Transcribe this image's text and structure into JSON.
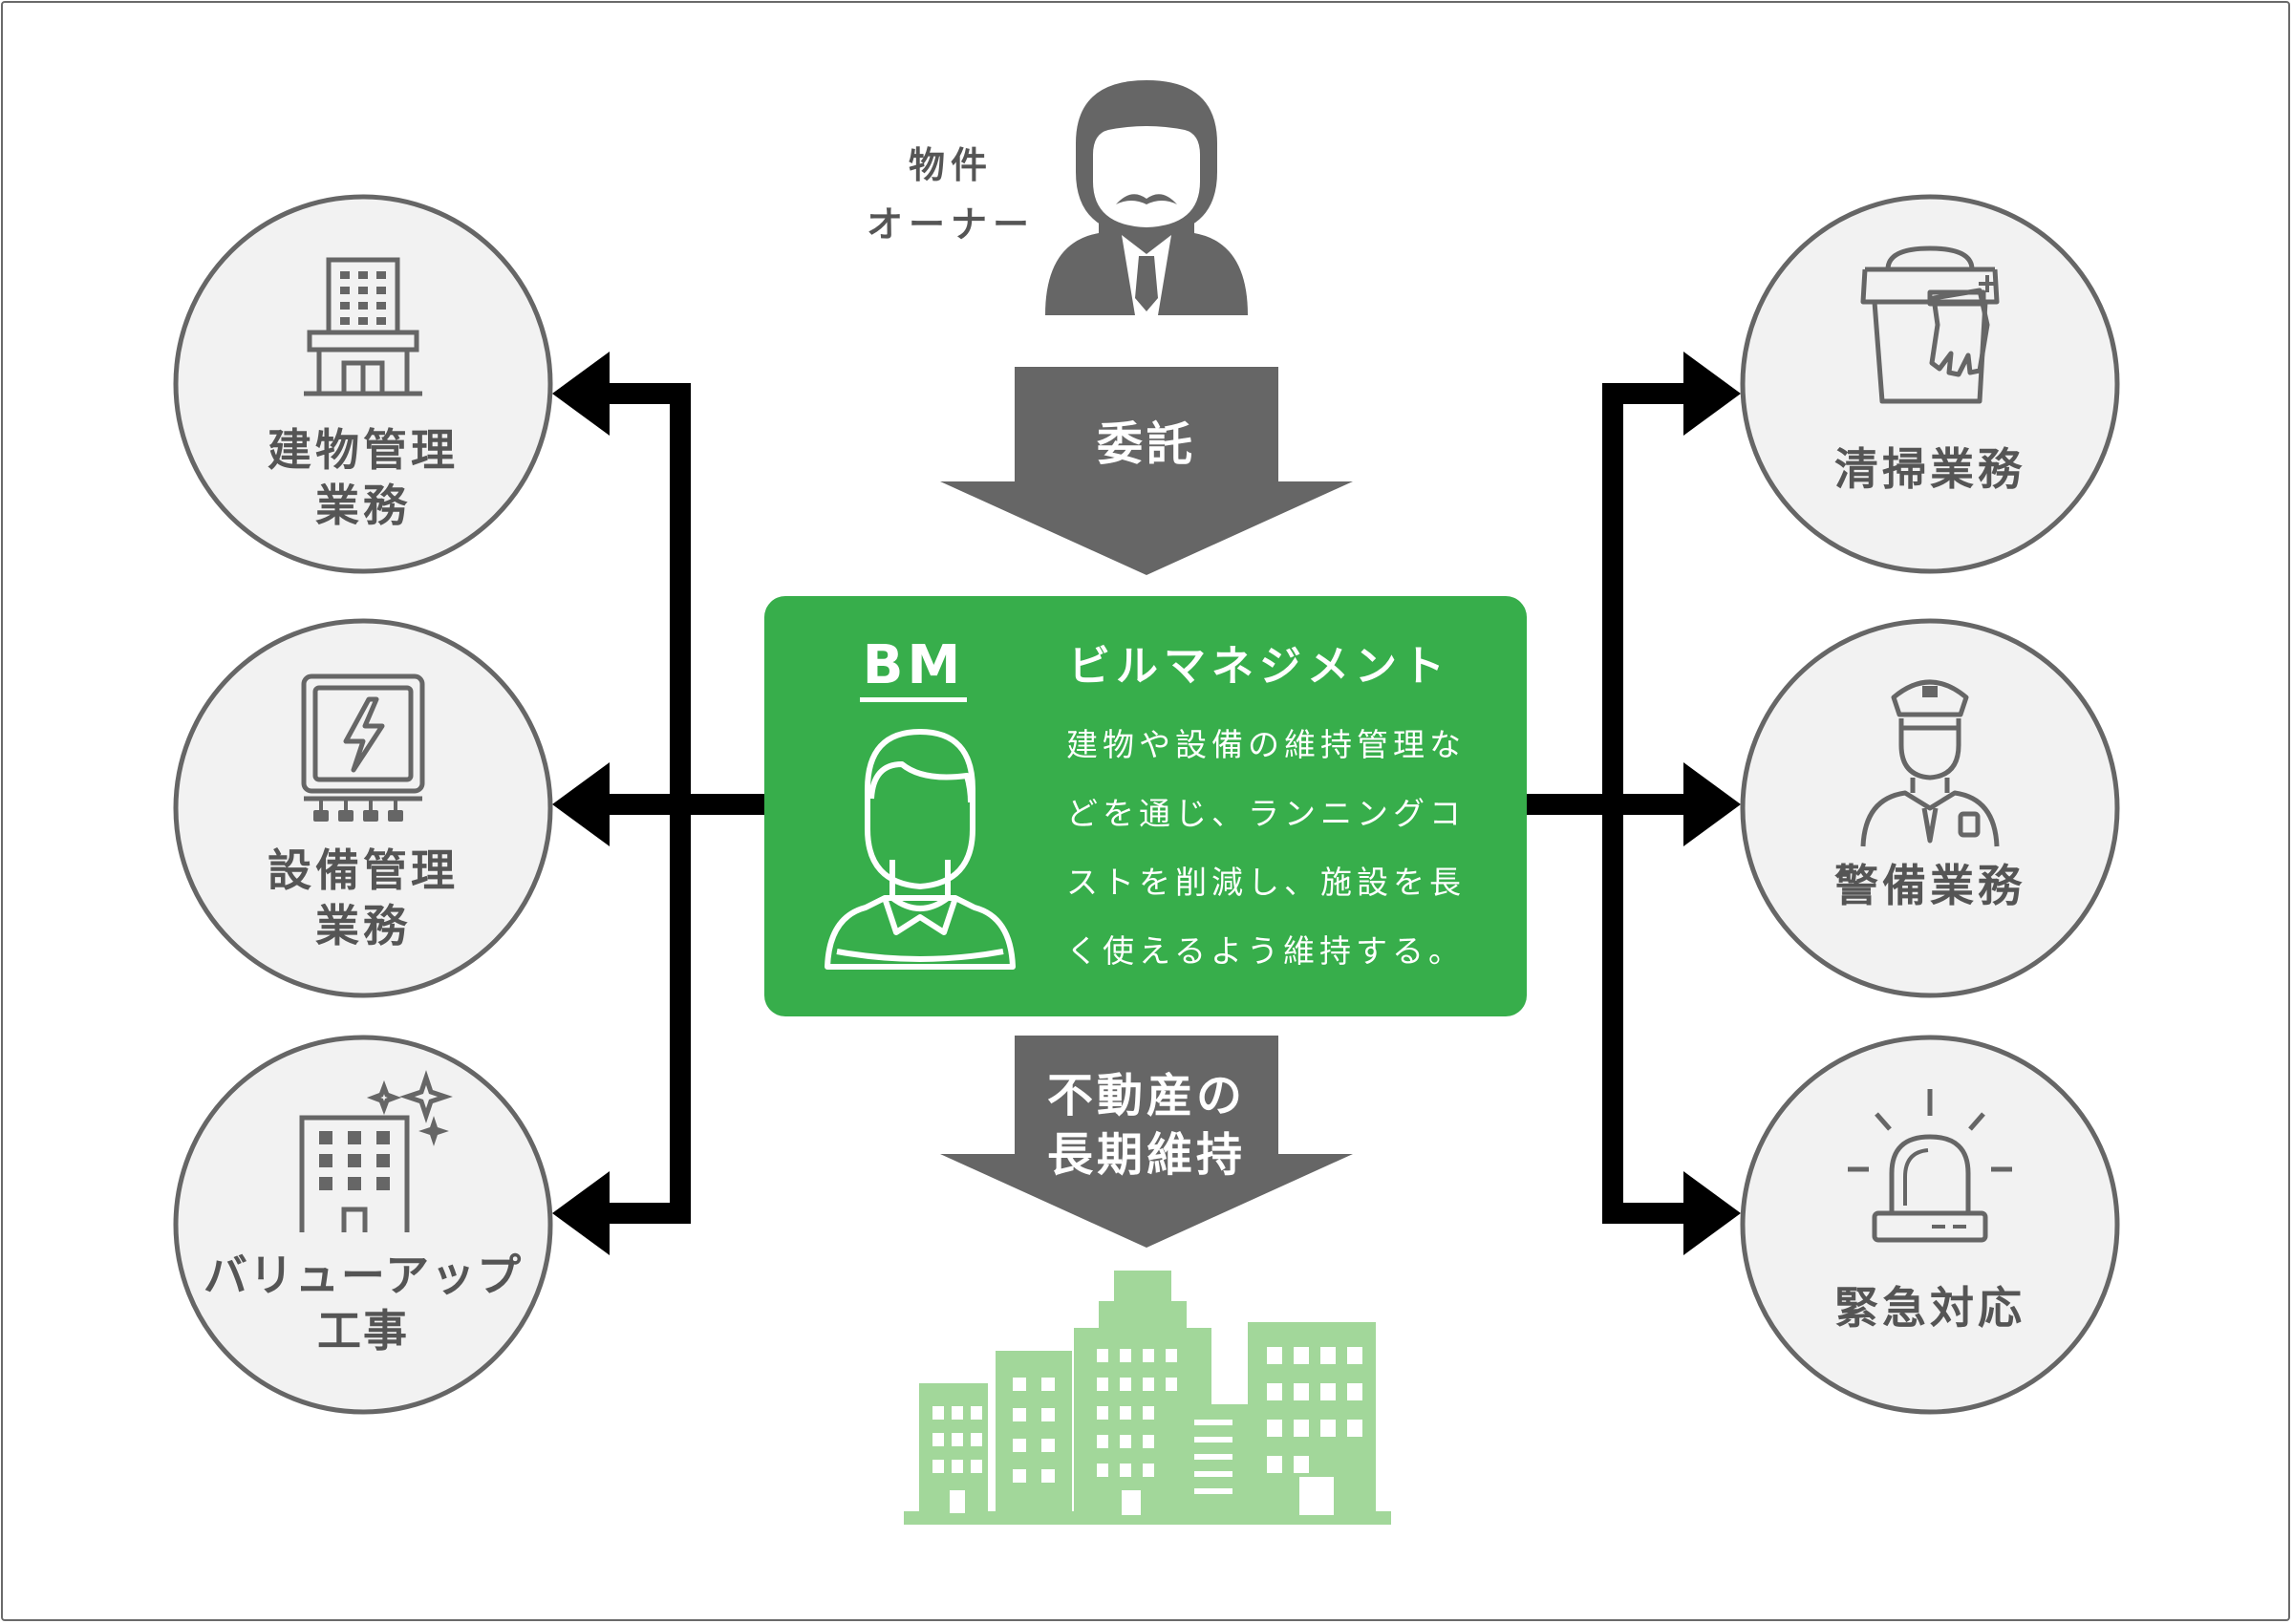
{
  "owner": {
    "label_lines": [
      "物件",
      "オーナー"
    ]
  },
  "arrows": {
    "top": {
      "label_lines": [
        "委託"
      ]
    },
    "bottom": {
      "label_lines": [
        "不動産の",
        "長期維持"
      ]
    }
  },
  "center": {
    "tag": "BM",
    "title": "ビルマネジメント",
    "desc_lines": [
      "建物や設備の維持管理な",
      "どを通じ、ランニングコ",
      "ストを削減し、施設を長",
      "く使えるよう維持する。"
    ]
  },
  "left_services": [
    {
      "label_lines": [
        "建物管理",
        "業務"
      ],
      "icon": "office-building-icon"
    },
    {
      "label_lines": [
        "設備管理",
        "業務"
      ],
      "icon": "electrical-panel-icon"
    },
    {
      "label_lines": [
        "バリューアップ",
        "工事"
      ],
      "icon": "sparkling-building-icon"
    }
  ],
  "right_services": [
    {
      "label_lines": [
        "清掃業務"
      ],
      "icon": "cleaning-bucket-icon"
    },
    {
      "label_lines": [
        "警備業務"
      ],
      "icon": "security-guard-icon"
    },
    {
      "label_lines": [
        "緊急対応"
      ],
      "icon": "emergency-light-icon"
    }
  ],
  "colors": {
    "green": "#37ae4b",
    "light_green": "#a2d79a",
    "gray_dark": "#666666",
    "circle_fill": "#f2f2f2",
    "connector": "#000000"
  }
}
